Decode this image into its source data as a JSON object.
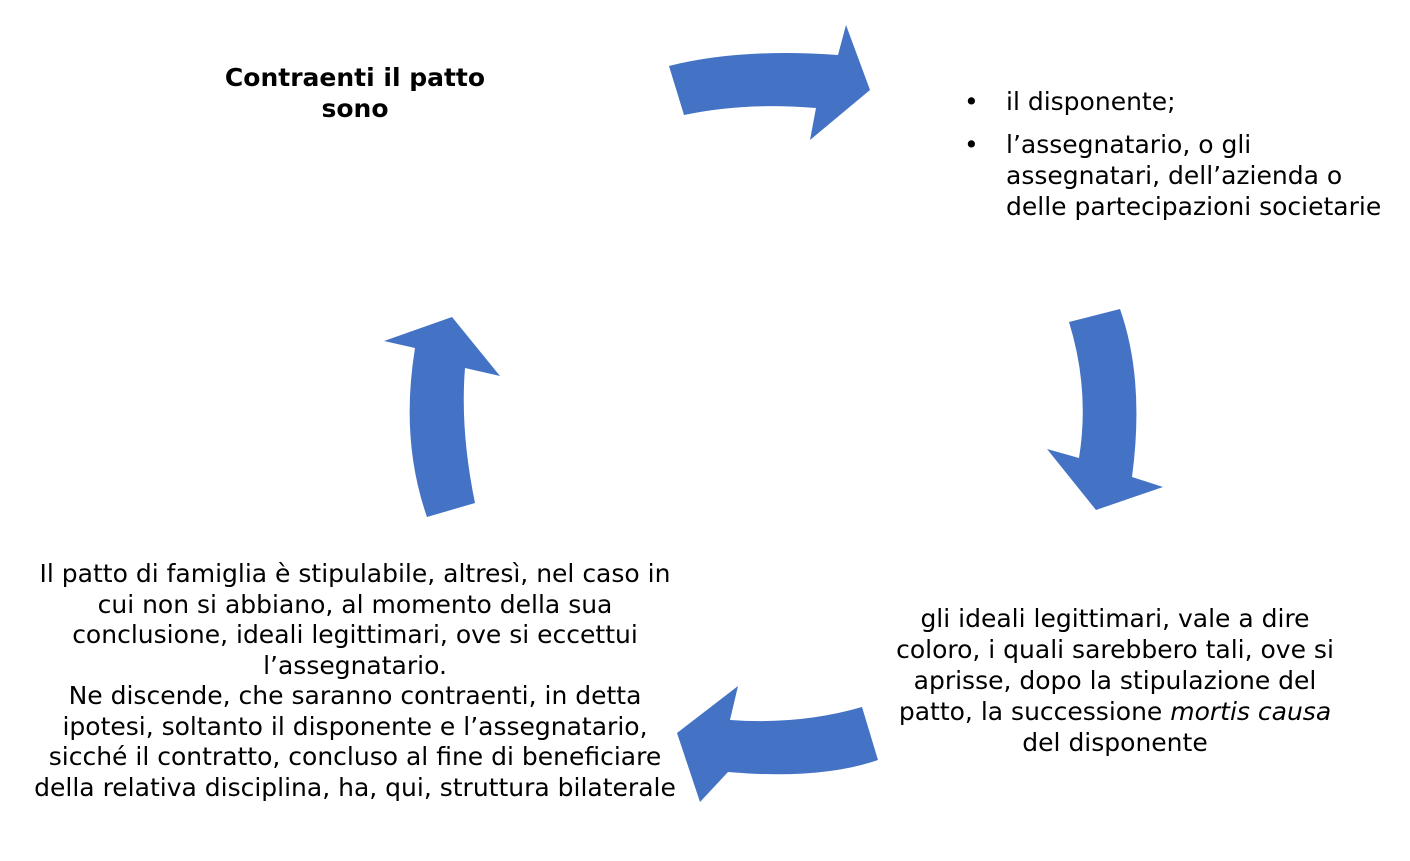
{
  "colors": {
    "arrow": "#4472C4",
    "text": "#000000",
    "background": "#FFFFFF"
  },
  "diagram": {
    "top_left": {
      "title": "Contraenti il patto sono"
    },
    "top_right": {
      "items": [
        "il disponente;",
        "l’assegnatario, o gli assegnatari, dell’azienda o delle partecipazioni societarie"
      ]
    },
    "bottom_right": {
      "before_italic": "gli ideali legittimari, vale a dire coloro, i quali sarebbero tali, ove si aprisse, dopo la stipulazione del patto, la successione ",
      "italic": "mortis causa",
      "after_italic": " del disponente"
    },
    "bottom_left": {
      "paragraph_1": "Il patto di famiglia è stipulabile, altresì, nel caso in cui non si abbiano, al momento della sua conclusione, ideali legittimari, ove si eccettui l’assegnatario.",
      "paragraph_2": "Ne discende, che saranno contraenti, in detta ipotesi, soltanto il disponente e l’assegnatario, sicché il contratto, concluso al fine di beneficiare della relativa disciplina, ha, qui, struttura bilaterale"
    }
  }
}
